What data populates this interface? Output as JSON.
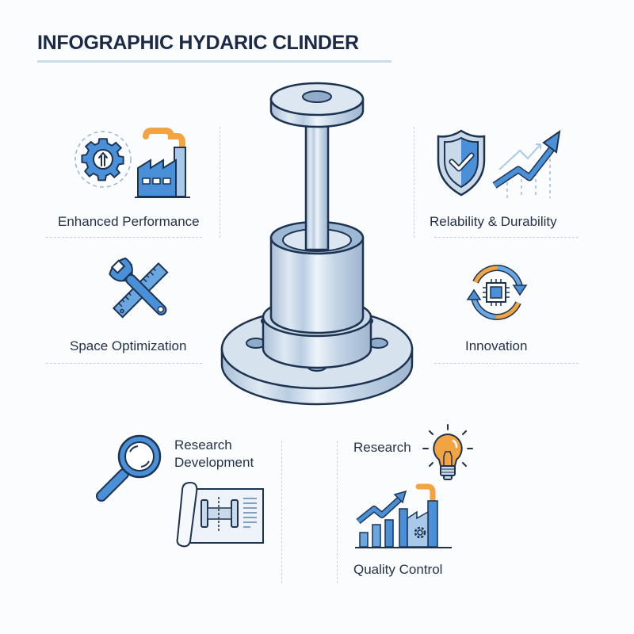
{
  "title": "INFOGRAPHIC HYDARIC CLINDER",
  "center_illustration": {
    "name": "hydraulic-cylinder-icon"
  },
  "features": [
    {
      "id": "enhanced-performance",
      "label": "Enhanced Performance",
      "icons": [
        "gear-arrow-up-icon",
        "factory-icon"
      ]
    },
    {
      "id": "reliability-durability",
      "label": "Relability & Durability",
      "icons": [
        "shield-check-icon",
        "trend-arrow-icon"
      ]
    },
    {
      "id": "space-optimization",
      "label": "Space Optimization",
      "icons": [
        "wrench-ruler-icon"
      ]
    },
    {
      "id": "innovation",
      "label": "Innovation",
      "icons": [
        "chip-cycle-icon"
      ]
    },
    {
      "id": "research-development",
      "label_line1": "Research",
      "label_line2": "Development",
      "icons": [
        "magnifier-icon",
        "blueprint-icon"
      ]
    },
    {
      "id": "research-quality",
      "label_top": "Research",
      "label_bottom": "Quality Control",
      "icons": [
        "lightbulb-icon",
        "growth-factory-icon"
      ]
    }
  ],
  "colors": {
    "primary_blue": "#4a90d9",
    "light_blue": "#a9c9ea",
    "dark_outline": "#1d3350",
    "accent_orange": "#f2a443",
    "metal": "#c9d9e8",
    "divider": "#c5d2de",
    "title": "#1b2a47"
  }
}
